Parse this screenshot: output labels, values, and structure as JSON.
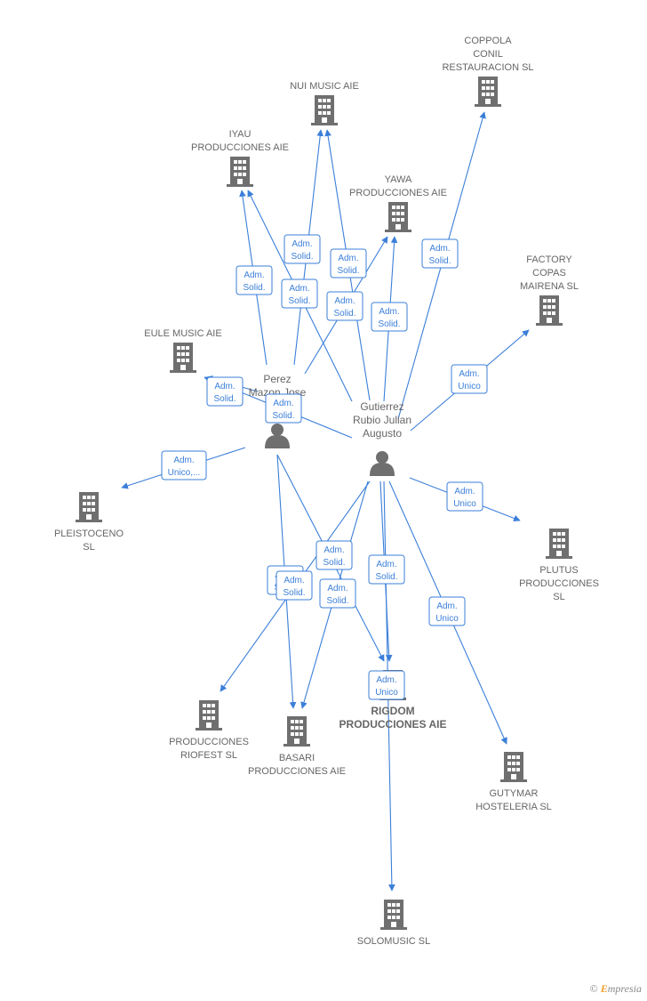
{
  "companies": [
    {
      "id": "coppola",
      "lines": [
        "COPPOLA",
        "CONIL",
        "RESTAURACION SL"
      ]
    },
    {
      "id": "nui",
      "lines": [
        "NUI MUSIC AIE"
      ]
    },
    {
      "id": "iyau",
      "lines": [
        "IYAU",
        "PRODUCCIONES AIE"
      ]
    },
    {
      "id": "yawa",
      "lines": [
        "YAWA",
        "PRODUCCIONES AIE"
      ]
    },
    {
      "id": "factory",
      "lines": [
        "FACTORY",
        "COPAS",
        "MAIRENA SL"
      ]
    },
    {
      "id": "eule",
      "lines": [
        "EULE MUSIC AIE"
      ]
    },
    {
      "id": "pleistoceno",
      "lines": [
        "PLEISTOCENO",
        "SL"
      ]
    },
    {
      "id": "plutus",
      "lines": [
        "PLUTUS",
        "PRODUCCIONES",
        "SL"
      ]
    },
    {
      "id": "riofest",
      "lines": [
        "PRODUCCIONES",
        "RIOFEST  SL"
      ]
    },
    {
      "id": "basari",
      "lines": [
        "BASARI",
        "PRODUCCIONES AIE"
      ]
    },
    {
      "id": "rigdom",
      "lines": [
        "RIGDOM",
        "PRODUCCIONES AIE"
      ],
      "main": true
    },
    {
      "id": "gutymar",
      "lines": [
        "GUTYMAR",
        "HOSTELERIA SL"
      ]
    },
    {
      "id": "solomusic",
      "lines": [
        "SOLOMUSIC  SL"
      ]
    }
  ],
  "persons": [
    {
      "id": "perez",
      "lines": [
        "Perez",
        "Mazon Jose",
        "M..."
      ]
    },
    {
      "id": "gutierrez",
      "lines": [
        "Gutierrez",
        "Rubio Julian",
        "Augusto"
      ]
    }
  ],
  "edges": [
    {
      "from": "gutierrez",
      "to": "coppola",
      "label": [
        "Adm.",
        "Solid."
      ]
    },
    {
      "from": "perez",
      "to": "nui",
      "label": [
        "Adm.",
        "Solid."
      ]
    },
    {
      "from": "gutierrez",
      "to": "nui",
      "label": [
        "Adm.",
        "Solid."
      ]
    },
    {
      "from": "perez",
      "to": "iyau",
      "label": [
        "Adm.",
        "Solid."
      ]
    },
    {
      "from": "gutierrez",
      "to": "iyau",
      "label": [
        "Adm.",
        "Solid."
      ]
    },
    {
      "from": "perez",
      "to": "yawa",
      "label": [
        "Adm.",
        "Solid."
      ]
    },
    {
      "from": "gutierrez",
      "to": "yawa",
      "label": [
        "Adm.",
        "Solid."
      ]
    },
    {
      "from": "gutierrez",
      "to": "factory",
      "label": [
        "Adm.",
        "Unico"
      ]
    },
    {
      "from": "gutierrez",
      "to": "eule",
      "label": [
        "Adm.",
        "Solid."
      ]
    },
    {
      "from": "perez",
      "to": "eule",
      "label": [
        "Adm.",
        "Solid."
      ]
    },
    {
      "from": "perez",
      "to": "pleistoceno",
      "label": [
        "Adm.",
        "Unico,..."
      ]
    },
    {
      "from": "gutierrez",
      "to": "plutus",
      "label": [
        "Adm.",
        "Unico"
      ]
    },
    {
      "from": "gutierrez",
      "to": "riofest",
      "label": [
        "Adm.",
        "Solid."
      ]
    },
    {
      "from": "perez",
      "to": "basari",
      "label": [
        "Adm.",
        "Solid."
      ]
    },
    {
      "from": "gutierrez",
      "to": "basari",
      "label": [
        "Adm.",
        "Solid."
      ]
    },
    {
      "from": "perez",
      "to": "rigdom",
      "label": [
        "Adm.",
        "Solid."
      ]
    },
    {
      "from": "gutierrez",
      "to": "rigdom",
      "label": [
        "Adm.",
        "Solid."
      ]
    },
    {
      "from": "gutierrez",
      "to": "solomusic",
      "label": [
        "Adm.",
        "Unico"
      ]
    },
    {
      "from": "gutierrez",
      "to": "gutymar",
      "label": [
        "Adm.",
        "Unico"
      ]
    }
  ],
  "colors": {
    "edge": "#3b7fd9",
    "icon": "#6f6f6f",
    "label": "#666666",
    "accent": "#f0a030"
  },
  "footer": {
    "copyright": "©",
    "brand_initial": "E",
    "brand_rest": "mpresia"
  }
}
